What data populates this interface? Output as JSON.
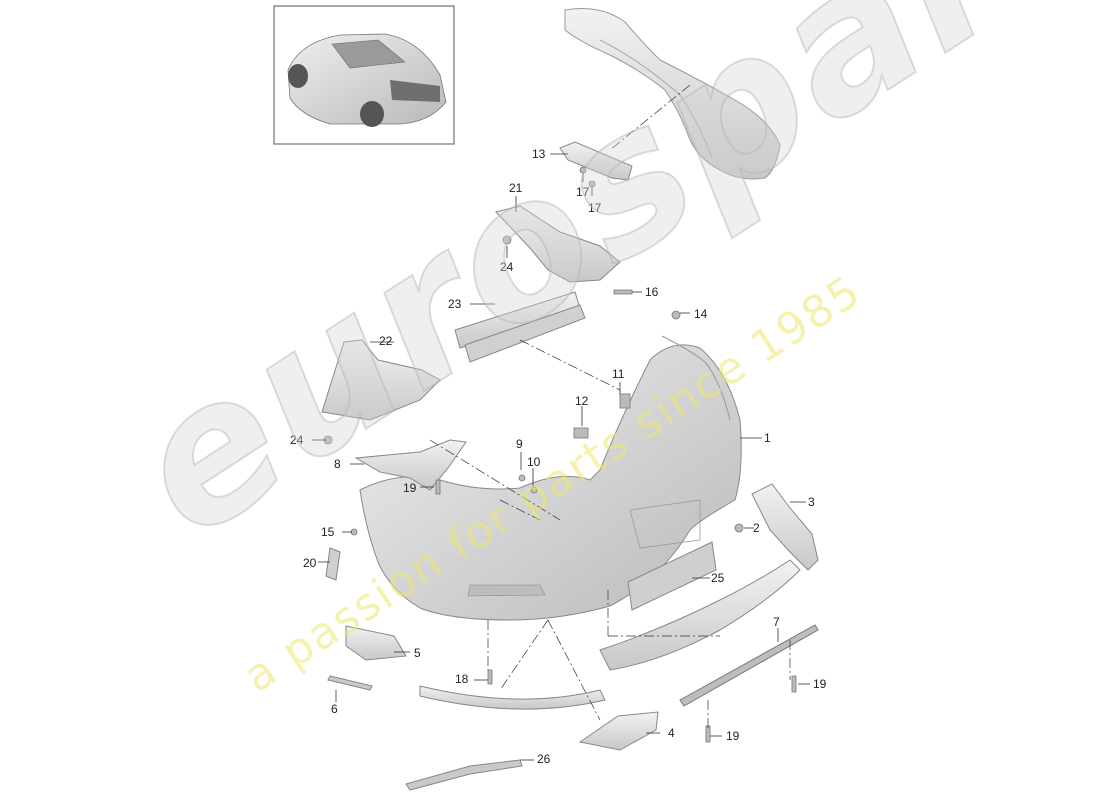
{
  "callouts": [
    {
      "id": "1",
      "text": "1"
    },
    {
      "id": "2",
      "text": "2"
    },
    {
      "id": "3",
      "text": "3"
    },
    {
      "id": "4",
      "text": "4"
    },
    {
      "id": "5",
      "text": "5"
    },
    {
      "id": "6",
      "text": "6"
    },
    {
      "id": "7",
      "text": "7"
    },
    {
      "id": "8",
      "text": "8"
    },
    {
      "id": "9",
      "text": "9"
    },
    {
      "id": "10",
      "text": "10"
    },
    {
      "id": "11",
      "text": "11"
    },
    {
      "id": "12",
      "text": "12"
    },
    {
      "id": "13",
      "text": "13"
    },
    {
      "id": "14",
      "text": "14"
    },
    {
      "id": "15",
      "text": "15"
    },
    {
      "id": "16",
      "text": "16"
    },
    {
      "id": "17a",
      "text": "17"
    },
    {
      "id": "17b",
      "text": "17"
    },
    {
      "id": "18",
      "text": "18"
    },
    {
      "id": "19a",
      "text": "19"
    },
    {
      "id": "19b",
      "text": "19"
    },
    {
      "id": "19c",
      "text": "19"
    },
    {
      "id": "20",
      "text": "20"
    },
    {
      "id": "21",
      "text": "21"
    },
    {
      "id": "22",
      "text": "22"
    },
    {
      "id": "23",
      "text": "23"
    },
    {
      "id": "24a",
      "text": "24"
    },
    {
      "id": "24b",
      "text": "24"
    },
    {
      "id": "25",
      "text": "25"
    },
    {
      "id": "26",
      "text": "26"
    }
  ],
  "watermark": {
    "brand": "eurospares",
    "tagline": "a passion for parts since 1985"
  },
  "colors": {
    "part_fill": "#e2e2e2",
    "part_stroke": "#8a8a8a",
    "line": "#333333",
    "watermark_text": "#d2d2d2",
    "watermark_tagline": "#ece86e"
  }
}
